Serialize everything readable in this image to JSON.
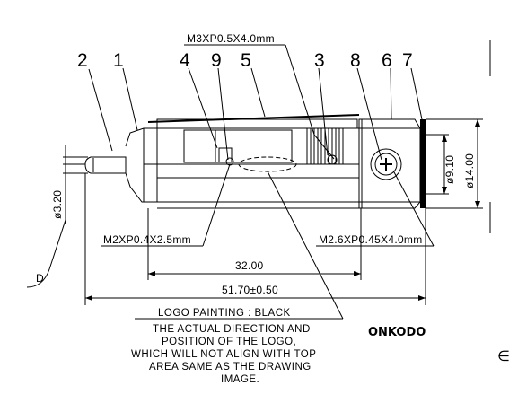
{
  "part_numbers": [
    "1",
    "2",
    "3",
    "4",
    "5",
    "6",
    "7",
    "8",
    "9"
  ],
  "dimensions": {
    "thread_top": "M3XP0.5X4.0mm",
    "thread_left": "M2XP0.4X2.5mm",
    "thread_right": "M2.6XP0.45X4.0mm",
    "pin_diameter": "ø3.20",
    "inner_diameter": "ø9.10",
    "outer_diameter": "ø14.00",
    "body_length": "32.00",
    "total_length": "51.70±0.50"
  },
  "logo_note": {
    "title": "LOGO PAINTING : BLACK",
    "lines": [
      "THE ACTUAL DIRECTION AND",
      "POSITION OF THE LOGO,",
      "WHICH WILL NOT ALIGN WITH TOP",
      "AREA SAME AS THE DRAWING",
      "IMAGE."
    ]
  },
  "brand": "ONKODO",
  "fragments": {
    "left_edge": "D",
    "right_edge": "∈"
  }
}
